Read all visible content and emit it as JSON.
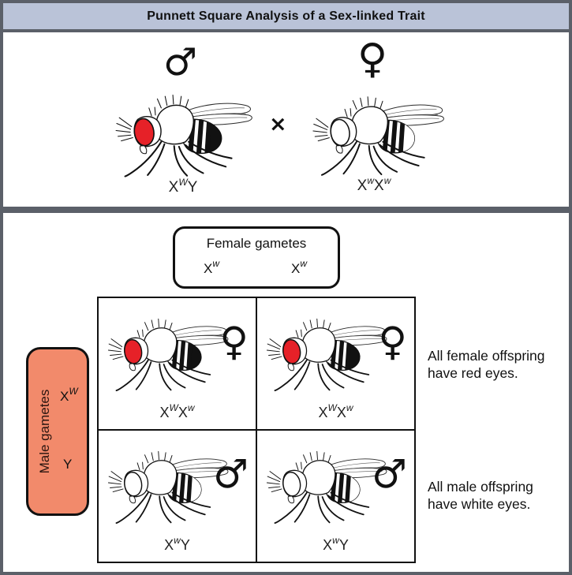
{
  "title": "Punnett Square Analysis of a Sex-linked Trait",
  "colors": {
    "header_bg": "#bac3d8",
    "frame_border": "#5b6069",
    "male_gametes_bg": "#f28a6b",
    "red_eye": "#e62128",
    "white_eye": "#ffffff"
  },
  "cross": {
    "male_symbol": "♂",
    "female_symbol": "♀",
    "cross_symbol": "×",
    "male_parent": {
      "eye": "red",
      "genotype": {
        "b1": "X",
        "s1": "W",
        "b2": "Y",
        "s2": ""
      }
    },
    "female_parent": {
      "eye": "white",
      "genotype": {
        "b1": "X",
        "s1": "w",
        "b2": "X",
        "s2": "w"
      }
    }
  },
  "punnett": {
    "female_gametes_label": "Female gametes",
    "female_gamete_1": {
      "b": "X",
      "s": "w"
    },
    "female_gamete_2": {
      "b": "X",
      "s": "w"
    },
    "male_gametes_label": "Male gametes",
    "male_gamete_1": {
      "b": "X",
      "s": "W"
    },
    "male_gamete_2": {
      "b": "Y",
      "s": ""
    },
    "cells": [
      {
        "sex_symbol": "♀",
        "eye": "red",
        "genotype": {
          "b1": "X",
          "s1": "W",
          "b2": "X",
          "s2": "w"
        }
      },
      {
        "sex_symbol": "♀",
        "eye": "red",
        "genotype": {
          "b1": "X",
          "s1": "W",
          "b2": "X",
          "s2": "w"
        }
      },
      {
        "sex_symbol": "♂",
        "eye": "white",
        "genotype": {
          "b1": "X",
          "s1": "w",
          "b2": "Y",
          "s2": ""
        }
      },
      {
        "sex_symbol": "♂",
        "eye": "white",
        "genotype": {
          "b1": "X",
          "s1": "w",
          "b2": "Y",
          "s2": ""
        }
      }
    ],
    "caption_female": "All female offspring have red eyes.",
    "caption_male": "All male offspring have white eyes."
  }
}
